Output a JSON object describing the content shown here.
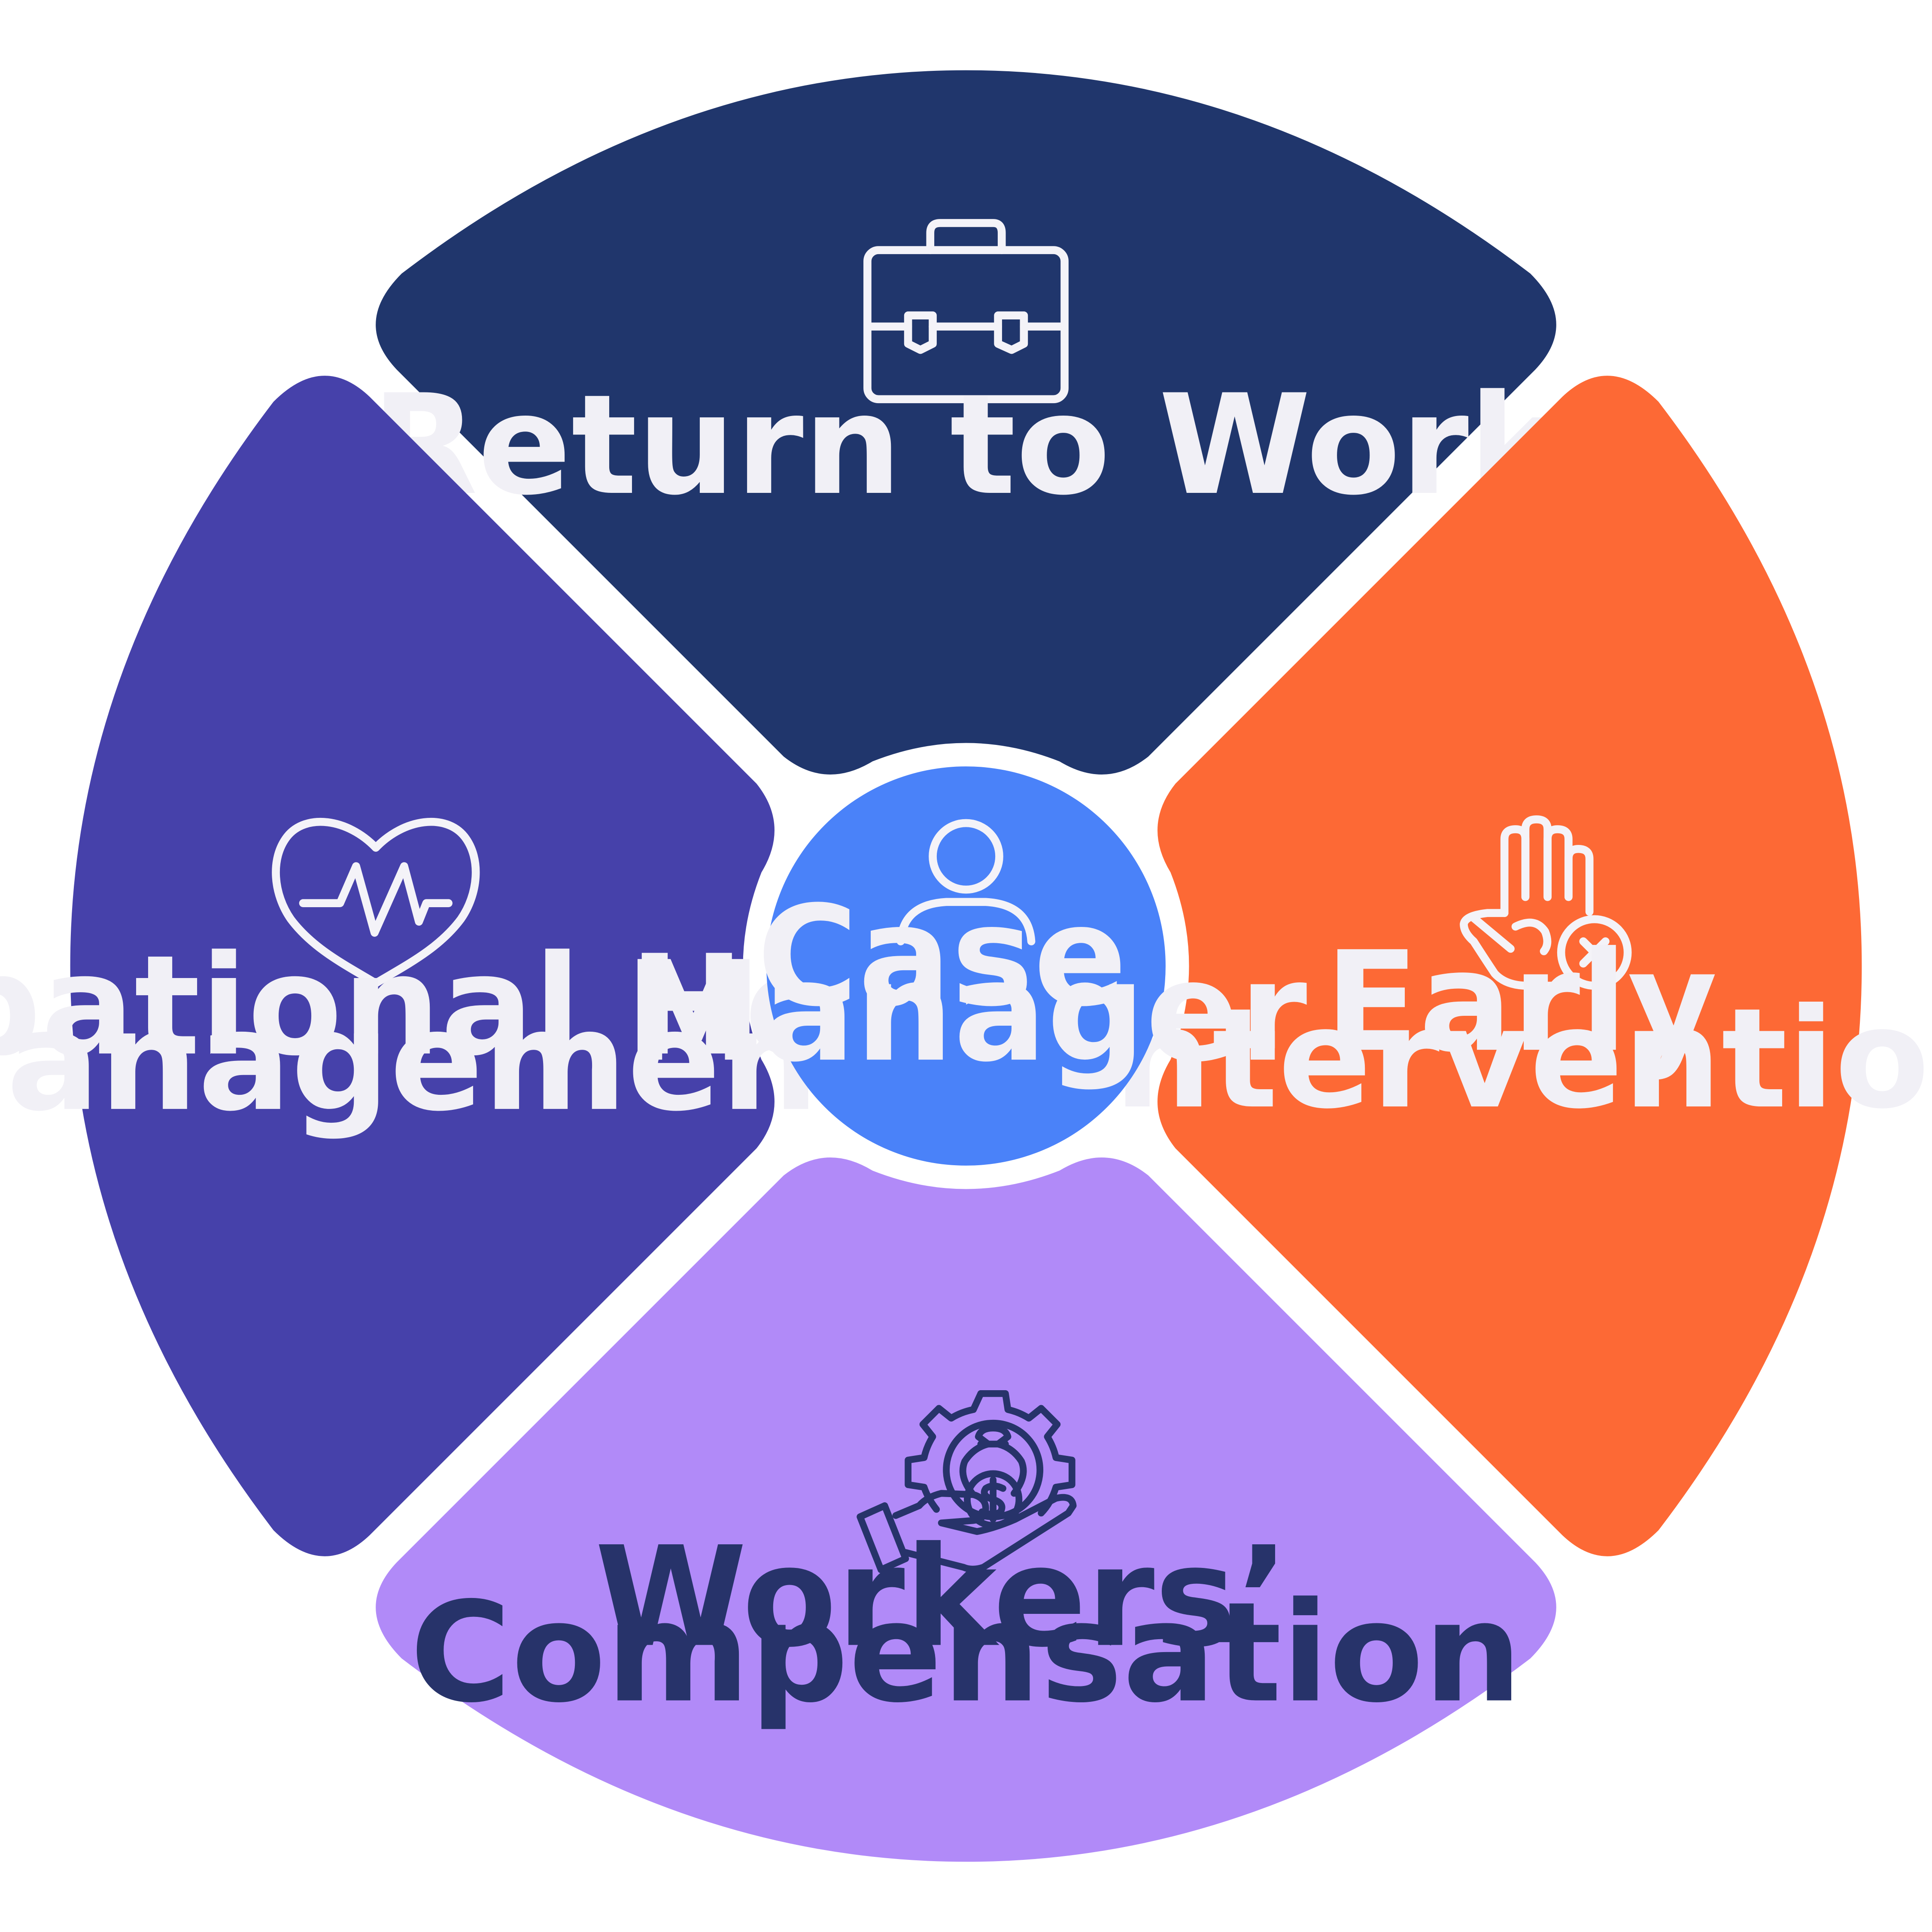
{
  "center": {
    "label_lines": [
      "Case",
      "Manager"
    ],
    "icon": "person-icon",
    "color": "#4a82f9"
  },
  "segments": [
    {
      "id": "return-to-work",
      "label_lines": [
        "Return to Work"
      ],
      "icon": "briefcase-icon",
      "color": "#20366c"
    },
    {
      "id": "early-intervention",
      "label_lines": [
        "Early",
        "Intervention"
      ],
      "icon": "stop-hand-icon",
      "color": "#fd6935"
    },
    {
      "id": "workers-compensation",
      "label_lines": [
        "Workers’",
        "Compensation"
      ],
      "icon": "money-hand-gear-icon",
      "color": "#b18af8"
    },
    {
      "id": "occupational-health-management",
      "label_lines": [
        "Occupational Health",
        "Management"
      ],
      "icon": "heart-pulse-icon",
      "color": "#4641aa"
    }
  ]
}
